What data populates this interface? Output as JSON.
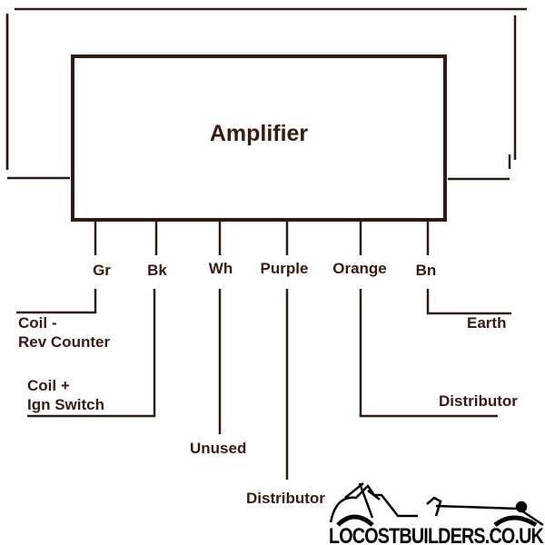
{
  "diagram": {
    "title": "Amplifier",
    "pins": [
      {
        "label": "Gr",
        "connection": [
          "Coil -",
          "Rev Counter"
        ]
      },
      {
        "label": "Bk",
        "connection": [
          "Coil +",
          "Ign Switch"
        ]
      },
      {
        "label": "Wh",
        "connection": [
          "Unused"
        ]
      },
      {
        "label": "Purple",
        "connection": [
          "Distributor"
        ]
      },
      {
        "label": "Orange",
        "connection": [
          "Distributor"
        ]
      },
      {
        "label": "Bn",
        "connection": [
          "Earth"
        ]
      }
    ]
  },
  "logo": {
    "text": "LOCOSTBUILDERS.CO.UK"
  },
  "colors": {
    "line": "#2e1a12",
    "text": "#3a1a10"
  }
}
